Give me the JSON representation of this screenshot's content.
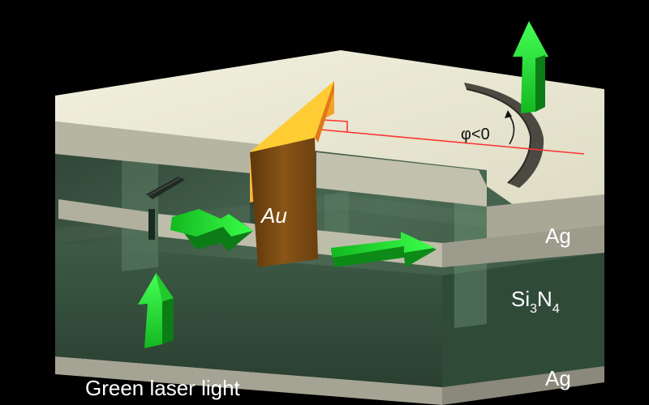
{
  "labels": {
    "au": "Au",
    "ag_top": "Ag",
    "ag_bottom": "Ag",
    "si3n4_si": "Si",
    "si3n4_sub3": "3",
    "si3n4_n": "N",
    "si3n4_sub4": "4",
    "angle": "φ<0",
    "laser": "Green laser light"
  },
  "colors": {
    "background": "#000000",
    "silver_top": "#e9e8d3",
    "silver_side": "#9a998a",
    "nitride": "#3f5d48",
    "gold_face": "#7a4a12",
    "gold_edge": "#f5a623",
    "arrow_green": "#22e632",
    "laser_line": "#ff3333"
  }
}
